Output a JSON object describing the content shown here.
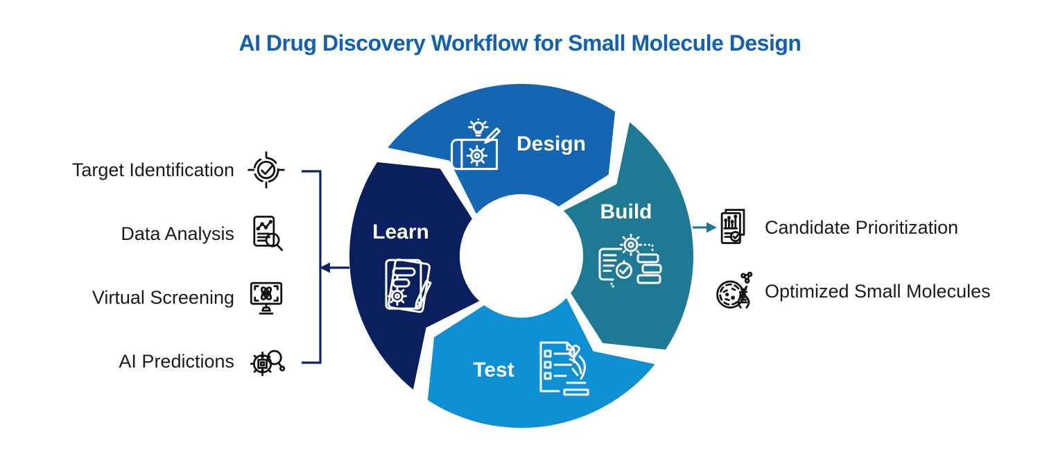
{
  "title": {
    "text": "AI Drug Discovery Workflow for Small Molecule Design",
    "color": "#1160B2"
  },
  "cycle": {
    "segments": [
      {
        "id": "design",
        "label": "Design",
        "color": "#1466B3",
        "icon": "blueprint-gear-bulb-pencil-icon"
      },
      {
        "id": "build",
        "label": "Build",
        "color": "#1E7A94",
        "icon": "document-gear-flow-icon"
      },
      {
        "id": "test",
        "label": "Test",
        "color": "#0F90D5",
        "icon": "checklist-microscope-icon"
      },
      {
        "id": "learn",
        "label": "Learn",
        "color": "#0A1F5D",
        "icon": "notes-gear-pencil-icon"
      }
    ]
  },
  "left_panel": {
    "connector_color": "#0D2365",
    "items": [
      {
        "label": "Target Identification",
        "icon": "target-checkmark-icon"
      },
      {
        "label": "Data Analysis",
        "icon": "document-chart-magnifier-icon"
      },
      {
        "label": "Virtual Screening",
        "icon": "monitor-atom-icon"
      },
      {
        "label": "AI Predictions",
        "icon": "gear-chip-magnifier-icon"
      }
    ]
  },
  "right_panel": {
    "connector_color": "#1E7A94",
    "items": [
      {
        "label": "Candidate Prioritization",
        "icon": "report-bar-chart-check-icon"
      },
      {
        "label": "Optimized Small Molecules",
        "icon": "petri-dish-dna-molecule-icon"
      }
    ]
  },
  "text_color": "#1B1B1B"
}
